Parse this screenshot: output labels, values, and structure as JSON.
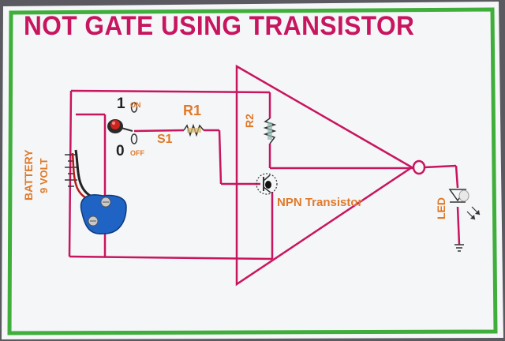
{
  "title": "NOT GATE USING TRANSISTOR",
  "labels": {
    "switch_on_num": "1",
    "switch_on": "ON",
    "switch_off_num": "0",
    "switch_off": "OFF",
    "switch_name": "S1",
    "resistor1": "R1",
    "resistor2": "R2",
    "battery": "BATTERY",
    "battery_voltage": "9 VOLT",
    "transistor": "NPN Transistor",
    "led": "LED"
  },
  "colors": {
    "board": "#f4f6f8",
    "border": "#3fae3a",
    "wire": "#c8155f",
    "label": "#e07a2a",
    "battery_clip": "#1f63c4"
  }
}
